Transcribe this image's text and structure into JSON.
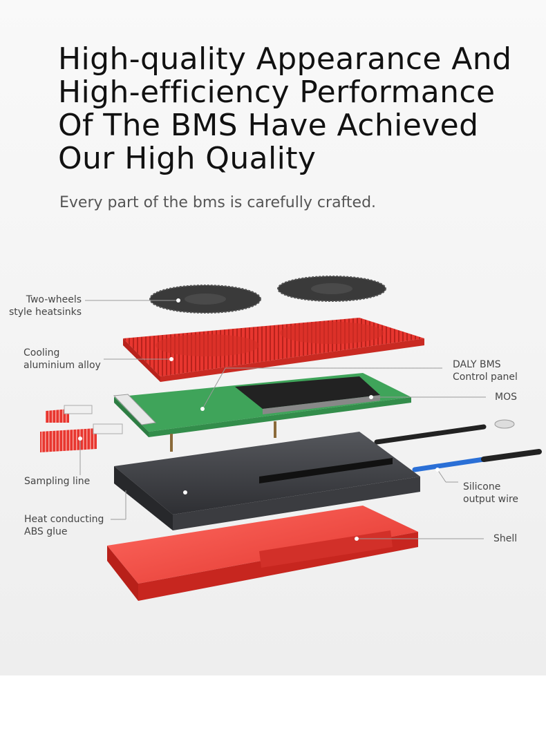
{
  "headline": {
    "lines": [
      "High-quality Appearance And",
      "High-efficiency Performance",
      "Of The BMS Have Achieved",
      "Our High Quality"
    ]
  },
  "subtitle": "Every part of the bms is carefully crafted.",
  "callouts": {
    "heatsinks": [
      "Two-wheels",
      "style heatsinks"
    ],
    "cooling": [
      "Cooling",
      "aluminium alloy"
    ],
    "control_panel": [
      "DALY BMS",
      "Control panel"
    ],
    "mos": [
      "MOS"
    ],
    "sampling": [
      "Sampling line"
    ],
    "silicone": [
      "Silicone",
      "output wire"
    ],
    "heat_glue": [
      "Heat conducting",
      "ABS glue"
    ],
    "shell": [
      "Shell"
    ]
  },
  "colors": {
    "red": "#e8362f",
    "dark_shell": "#2e2f33",
    "pcb_green": "#3fa45a",
    "blue_wire": "#2a6fd6",
    "heatsink_dark": "#333333"
  }
}
